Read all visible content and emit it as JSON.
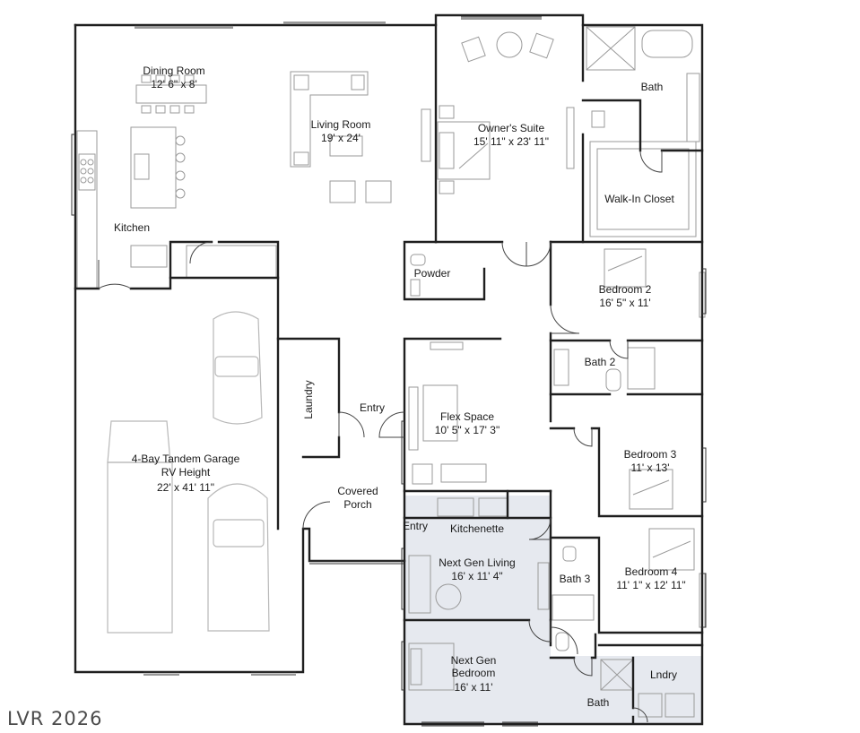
{
  "colors": {
    "wall": "#1f1f1f",
    "furniture": "#9a9a9a",
    "next_gen_suite_fill": "#e6e9ef",
    "background": "#ffffff"
  },
  "rooms": {
    "dining": {
      "name": "Dining Room",
      "dims": "12' 6\" x 8'"
    },
    "living": {
      "name": "Living Room",
      "dims": "19' x 24'"
    },
    "owners": {
      "name": "Owner's Suite",
      "dims": "15' 11\" x 23' 11\""
    },
    "bath_owner": {
      "name": "Bath"
    },
    "walk_in": {
      "name": "Walk-In Closet"
    },
    "kitchen": {
      "name": "Kitchen"
    },
    "powder": {
      "name": "Powder"
    },
    "bedroom2": {
      "name": "Bedroom 2",
      "dims": "16' 5\" x 11'"
    },
    "bath2": {
      "name": "Bath 2"
    },
    "laundry": {
      "name": "Laundry"
    },
    "entry_main": {
      "name": "Entry"
    },
    "flex": {
      "name": "Flex Space",
      "dims": "10' 5\" x 17' 3\""
    },
    "bedroom3": {
      "name": "Bedroom 3",
      "dims": "11' x 13'"
    },
    "garage": {
      "line1": "4-Bay Tandem Garage",
      "line2": "RV Height",
      "dims": "22' x 41' 11\""
    },
    "porch": {
      "line1": "Covered",
      "line2": "Porch"
    },
    "entry_ng": {
      "name": "Entry"
    },
    "kitchenette": {
      "name": "Kitchenette"
    },
    "ng_living": {
      "name": "Next Gen Living",
      "dims": "16' x 11' 4\""
    },
    "bath3": {
      "name": "Bath 3"
    },
    "bedroom4": {
      "name": "Bedroom 4",
      "dims": "11' 1\" x 12' 11\""
    },
    "ng_bedroom": {
      "line1": "Next Gen",
      "line2": "Bedroom",
      "dims": "16' x 11'"
    },
    "bath_ng": {
      "name": "Bath"
    },
    "lndry": {
      "name": "Lndry"
    }
  },
  "watermark": "LVR 2026"
}
